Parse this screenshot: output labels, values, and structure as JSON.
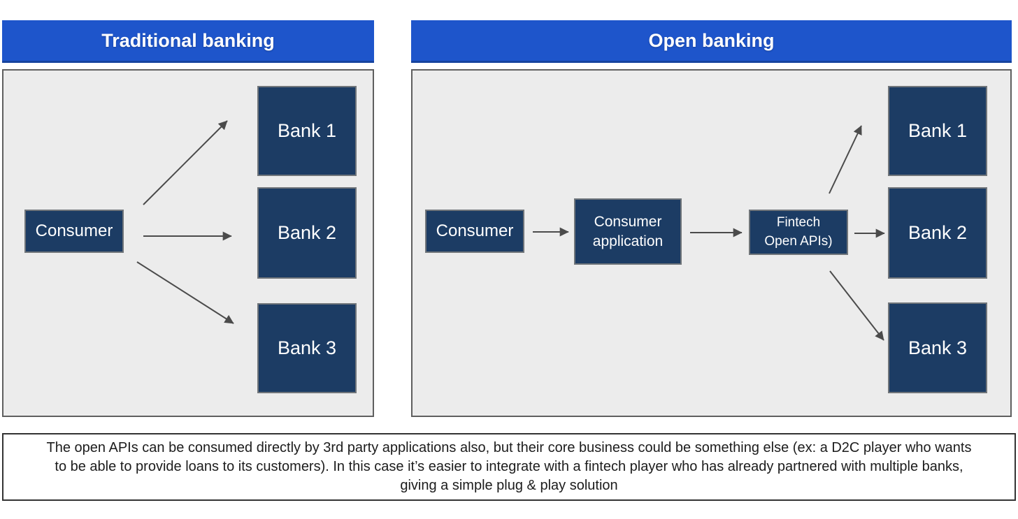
{
  "colors": {
    "header_blue": "#1e55cb",
    "box_navy": "#1c3c64",
    "panel_background": "#ececec",
    "panel_border": "#5f5f5f",
    "arrow_gray": "#4b4b4b",
    "footer_border": "#333333"
  },
  "panels": {
    "traditional": {
      "header": "Traditional banking",
      "consumer_label": "Consumer",
      "banks": [
        "Bank 1",
        "Bank 2",
        "Bank 3"
      ]
    },
    "open": {
      "header": "Open banking",
      "consumer_label": "Consumer",
      "consumer_application_line1": "Consumer",
      "consumer_application_line2": "application",
      "fintech_line1": "Fintech",
      "fintech_line2": "Open APIs)",
      "banks": [
        "Bank 1",
        "Bank 2",
        "Bank 3"
      ]
    }
  },
  "footer": {
    "lines": [
      "The open APIs can be consumed directly by 3rd party applications also, but their core business could be something else (ex: a D2C player who wants",
      "to be able to provide loans to its customers). In this case it’s easier to integrate with a fintech player who has already partnered with multiple banks,",
      "giving a simple plug & play solution"
    ]
  }
}
